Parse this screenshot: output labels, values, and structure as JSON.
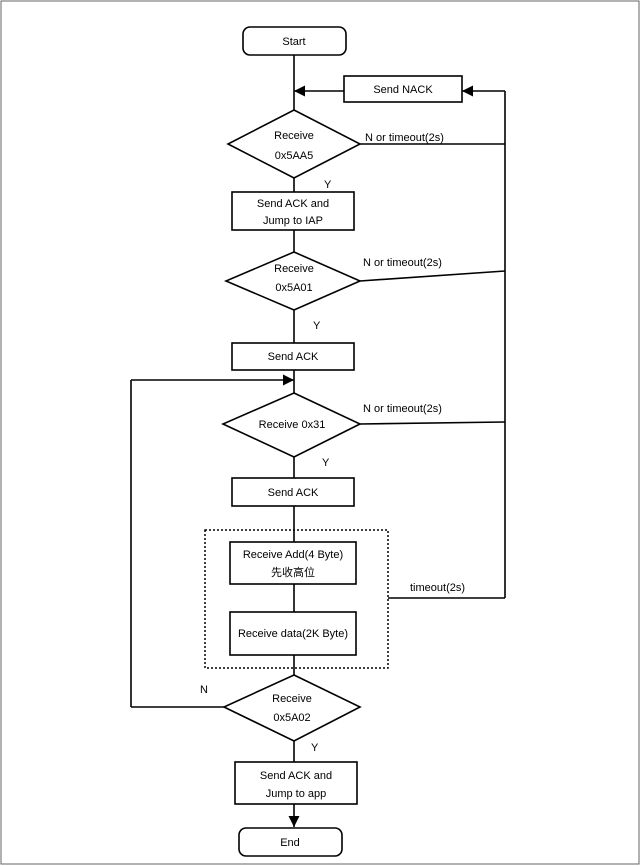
{
  "flowchart": {
    "start": "Start",
    "send_nack": "Send NACK",
    "receive_5aa5": [
      "Receive",
      "0x5AA5"
    ],
    "send_ack_jump_iap": [
      "Send ACK and",
      "Jump to IAP"
    ],
    "receive_5a01": [
      "Receive",
      "0x5A01"
    ],
    "send_ack_1": "Send ACK",
    "receive_31": "Receive 0x31",
    "send_ack_2": "Send ACK",
    "receive_add": [
      "Receive Add(4 Byte)",
      "先收高位"
    ],
    "receive_data": "Receive data(2K Byte)",
    "receive_5a02": [
      "Receive",
      "0x5A02"
    ],
    "send_ack_jump_app": [
      "Send ACK and",
      "Jump to app"
    ],
    "end": "End",
    "labels": {
      "y1": "Y",
      "y2": "Y",
      "y3": "Y",
      "y4": "Y",
      "n_timeout_1": "N or timeout(2s)",
      "n_timeout_2": "N or timeout(2s)",
      "n_timeout_3": "N or timeout(2s)",
      "timeout": "timeout(2s)",
      "n": "N"
    }
  }
}
